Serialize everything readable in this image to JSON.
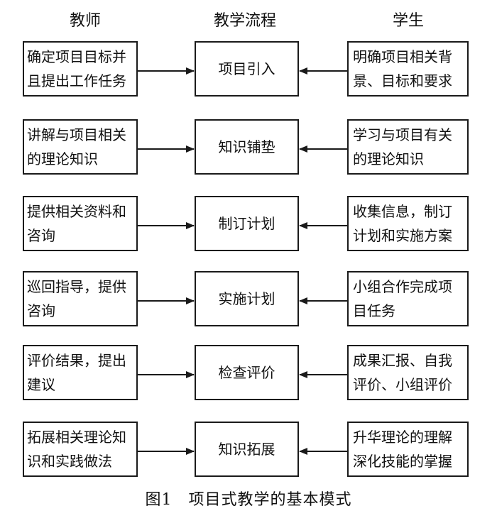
{
  "columns": {
    "teacher": "教师",
    "process": "教学流程",
    "student": "学生"
  },
  "rows": [
    {
      "teacher": "确定项目目标并且提出工作任务",
      "process": "项目引入",
      "student": "明确项目相关背景、目标和要求"
    },
    {
      "teacher": "讲解与项目相关的理论知识",
      "process": "知识铺垫",
      "student": "学习与项目有关的理论知识"
    },
    {
      "teacher": "提供相关资料和咨询",
      "process": "制订计划",
      "student": "收集信息，制订计划和实施方案"
    },
    {
      "teacher": "巡回指导，提供咨询",
      "process": "实施计划",
      "student": "小组合作完成项目任务"
    },
    {
      "teacher": "评价结果，提出建议",
      "process": "检查评价",
      "student": "成果汇报、自我评价、小组评价"
    },
    {
      "teacher": "拓展相关理论知识和实践做法",
      "process": "知识拓展",
      "student": "升华理论的理解深化技能的掌握"
    }
  ],
  "caption": "图1　项目式教学的基本模式"
}
